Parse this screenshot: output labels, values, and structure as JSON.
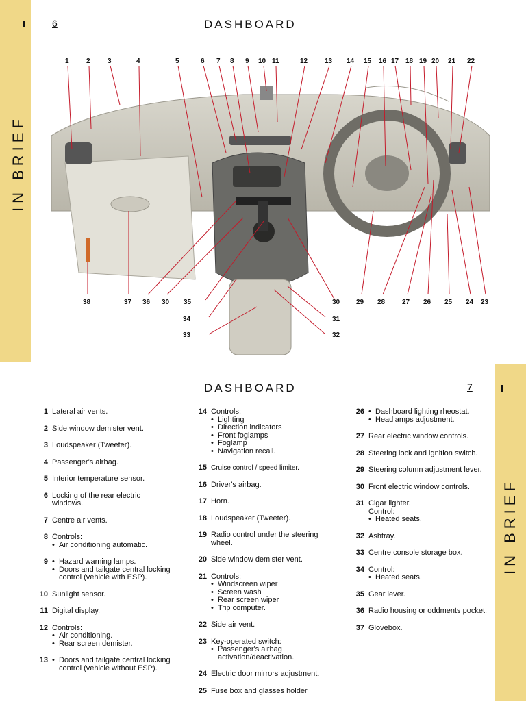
{
  "page_left": {
    "tab_text": "IN BRIEF",
    "page_number": "6",
    "title": "DASHBOARD",
    "callouts_top": [
      "1",
      "2",
      "3",
      "4",
      "5",
      "6",
      "7",
      "8",
      "9",
      "10",
      "11",
      "12",
      "13",
      "14",
      "15",
      "16",
      "17",
      "18",
      "19",
      "20",
      "21",
      "22"
    ],
    "callouts_bottom": [
      "38",
      "37",
      "36",
      "30",
      "35",
      "30",
      "29",
      "28",
      "27",
      "26",
      "25",
      "24",
      "23"
    ],
    "callouts_center": [
      "34",
      "33",
      "31",
      "32"
    ]
  },
  "page_right": {
    "tab_text": "IN BRIEF",
    "page_number": "7",
    "title": "DASHBOARD",
    "col1": [
      {
        "num": "1",
        "text": "Lateral air vents."
      },
      {
        "num": "2",
        "text": "Side window demister vent."
      },
      {
        "num": "3",
        "text": "Loudspeaker (Tweeter)."
      },
      {
        "num": "4",
        "text": "Passenger's airbag."
      },
      {
        "num": "5",
        "text": "Interior temperature sensor."
      },
      {
        "num": "6",
        "text": "Locking of the rear electric windows."
      },
      {
        "num": "7",
        "text": "Centre air vents."
      },
      {
        "num": "8",
        "text": "Controls:",
        "subs": [
          "Air conditioning automatic."
        ]
      },
      {
        "num": "9",
        "text": "",
        "subs": [
          "Hazard warning lamps.",
          "Doors and tailgate central locking control (vehicle with ESP)."
        ]
      },
      {
        "num": "10",
        "text": "Sunlight sensor."
      },
      {
        "num": "11",
        "text": "Digital display."
      },
      {
        "num": "12",
        "text": "Controls:",
        "subs": [
          "Air conditioning.",
          "Rear screen demister."
        ]
      },
      {
        "num": "13",
        "text": "",
        "subs": [
          "Doors and tailgate central locking control (vehicle without ESP)."
        ]
      }
    ],
    "col2": [
      {
        "num": "14",
        "text": "Controls:",
        "subs": [
          "Lighting",
          "Direction indicators",
          "Front foglamps",
          "Foglamp",
          "Navigation recall."
        ]
      },
      {
        "num": "15",
        "text": "Cruise control / speed limiter."
      },
      {
        "num": "16",
        "text": "Driver's airbag."
      },
      {
        "num": "17",
        "text": "Horn."
      },
      {
        "num": "18",
        "text": "Loudspeaker (Tweeter)."
      },
      {
        "num": "19",
        "text": "Radio control under the steering wheel."
      },
      {
        "num": "20",
        "text": "Side window demister vent."
      },
      {
        "num": "21",
        "text": "Controls:",
        "subs": [
          "Windscreen wiper",
          "Screen wash",
          "Rear screen wiper",
          "Trip computer."
        ]
      },
      {
        "num": "22",
        "text": "Side air vent."
      },
      {
        "num": "23",
        "text": "Key-operated switch:",
        "subs": [
          "Passenger's airbag activation/deactivation."
        ]
      },
      {
        "num": "24",
        "text": "Electric door mirrors adjustment."
      },
      {
        "num": "25",
        "text": "Fuse box and glasses holder"
      }
    ],
    "col3": [
      {
        "num": "26",
        "text": "",
        "subs": [
          "Dashboard lighting rheostat.",
          "Headlamps adjustment."
        ]
      },
      {
        "num": "27",
        "text": "Rear electric window controls."
      },
      {
        "num": "28",
        "text": "Steering lock and ignition switch."
      },
      {
        "num": "29",
        "text": "Steering column adjustment lever."
      },
      {
        "num": "30",
        "text": "Front electric window controls."
      },
      {
        "num": "31",
        "text": "Cigar lighter.",
        "subs2_label": "Control:",
        "subs": [
          "Heated seats."
        ]
      },
      {
        "num": "32",
        "text": "Ashtray."
      },
      {
        "num": "33",
        "text": "Centre console storage box."
      },
      {
        "num": "34",
        "text": "Control:",
        "subs": [
          "Heated seats."
        ]
      },
      {
        "num": "35",
        "text": "Gear lever."
      },
      {
        "num": "36",
        "text": "Radio housing or oddments pocket."
      },
      {
        "num": "37",
        "text": "Glovebox."
      }
    ]
  }
}
